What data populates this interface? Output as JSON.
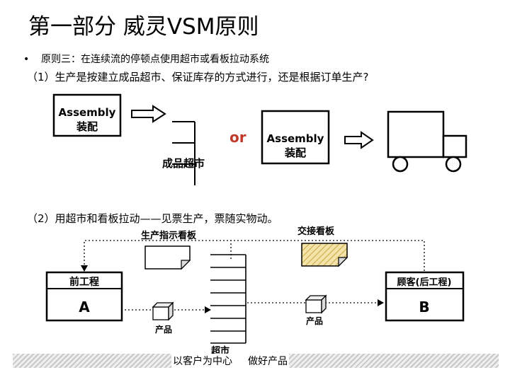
{
  "title": "第一部分  威灵VSM原则",
  "principle": "原则三：在连续流的停顿点使用超市或看板拉动系统",
  "question1": "（1）生产是按建立成品超市、保证库存的方式进行，还是根据订单生产?",
  "question2": "（2）用超市和看板拉动——见票生产，票随实物动。",
  "top": {
    "assembly_en": "Assembly",
    "assembly_cn": "装配",
    "supermarket": "成品超市",
    "or": "or"
  },
  "bottom": {
    "production_kanban": "生产指示看板",
    "withdrawal_kanban": "交接看板",
    "prev_process_title": "前工程",
    "prev_process_letter": "A",
    "customer_title": "顾客(后工程)",
    "customer_letter": "B",
    "product": "产品",
    "supermarket": "超市"
  },
  "footer": {
    "left": "以客户为中心",
    "right": "做好产品"
  },
  "colors": {
    "withdrawal_kanban_fill": "#f3e3a8",
    "withdrawal_kanban_hatch": "#c9a94a",
    "or_text": "#c0392b",
    "dotted_line": "#333333"
  }
}
